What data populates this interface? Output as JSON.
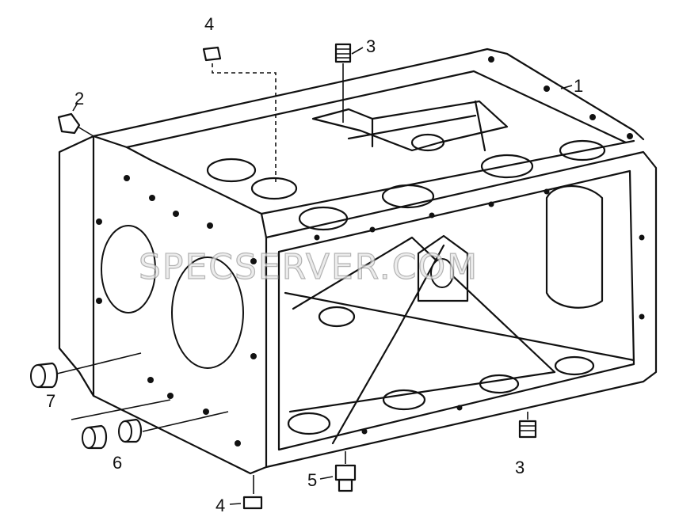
{
  "callouts": {
    "c1": "1",
    "c2": "2",
    "c3_top": "3",
    "c3_bottom": "3",
    "c4_top": "4",
    "c4_bottom": "4",
    "c5": "5",
    "c6": "6",
    "c7": "7"
  },
  "watermark": "SPECSERVER.COM"
}
